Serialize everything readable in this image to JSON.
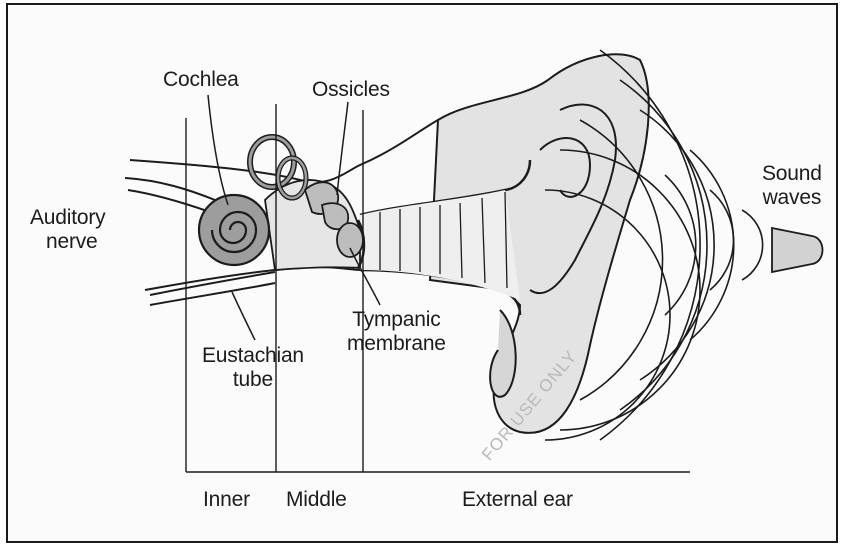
{
  "labels": {
    "cochlea": "Cochlea",
    "ossicles": "Ossicles",
    "auditory_nerve_line1": "Auditory",
    "auditory_nerve_line2": "nerve",
    "sound_waves_line1": "Sound",
    "sound_waves_line2": "waves",
    "tympanic_line1": "Tympanic",
    "tympanic_line2": "membrane",
    "eustachian_line1": "Eustachian",
    "eustachian_line2": "tube",
    "inner": "Inner",
    "middle": "Middle",
    "external_ear": "External ear"
  },
  "watermark": "FOR USE ONLY",
  "colors": {
    "ink": "#1c1c1c",
    "fill_light": "#e2e2e2",
    "fill_dark": "#9a9a9a"
  }
}
